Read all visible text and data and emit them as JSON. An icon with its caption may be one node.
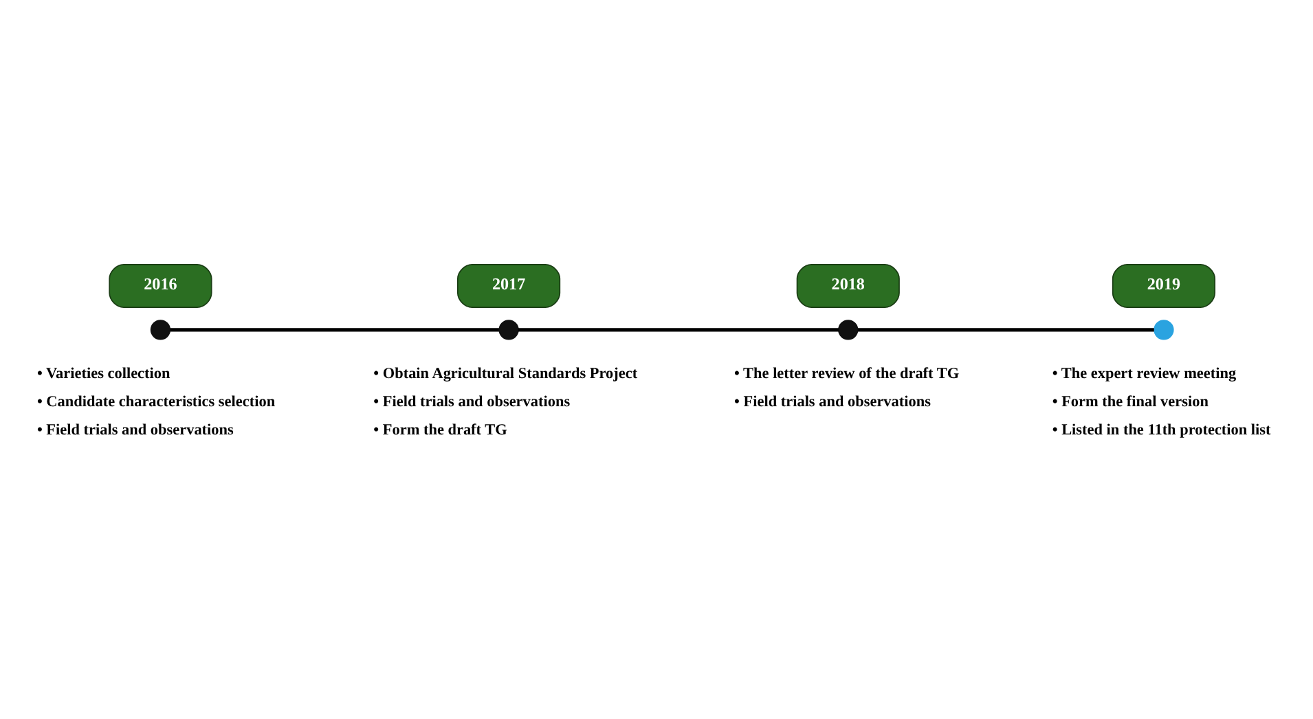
{
  "diagram": {
    "nodes": [
      {
        "text": [
          "2016"
        ]
      },
      {
        "text": [],
        "shape": "circle",
        "beside": [
          "• Varieties collection",
          "• Candidate characteristics selection",
          "• Field trials and observations"
        ]
      },
      {
        "text": [
          "2017"
        ]
      },
      {
        "text": [],
        "shape": "circle",
        "beside": [
          "• Obtain Agricultural Standards Project",
          "• Field trials and observations",
          "• Form the draft TG"
        ]
      },
      {
        "text": [
          "2018"
        ]
      },
      {
        "text": [],
        "shape": "circle",
        "beside": [
          "• The letter review of the draft TG",
          "• Field trials and observations"
        ]
      },
      {
        "text": [
          "2019"
        ]
      },
      {
        "text": [],
        "shape": "circle",
        "beside": [
          "• The expert review meeting",
          "• Form the final version",
          "• Listed in the 11th protection list"
        ]
      }
    ],
    "edges": [
      {
        "from": 1,
        "to": 3,
        "arrow": "none"
      },
      {
        "from": 3,
        "to": 5,
        "arrow": "none"
      },
      {
        "from": 5,
        "to": 7,
        "arrow": "none"
      }
    ]
  }
}
